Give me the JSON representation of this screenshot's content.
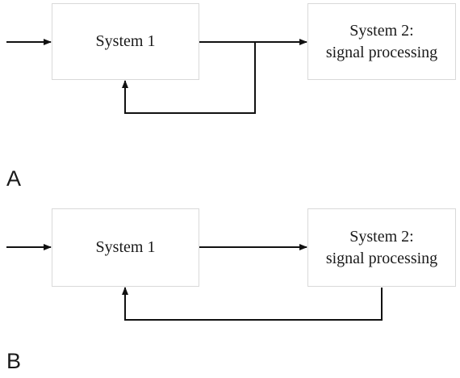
{
  "panels": [
    {
      "label": "A",
      "system1": {
        "title": "System 1"
      },
      "system2": {
        "title": "System 2:",
        "subtitle": "signal processing"
      },
      "feedback_from": "System 1 output"
    },
    {
      "label": "B",
      "system1": {
        "title": "System 1"
      },
      "system2": {
        "title": "System 2:",
        "subtitle": "signal processing"
      },
      "feedback_from": "System 2 output"
    }
  ],
  "colors": {
    "line": "#111111",
    "box_border": "#d9d9d9",
    "text": "#1a1a1a"
  }
}
